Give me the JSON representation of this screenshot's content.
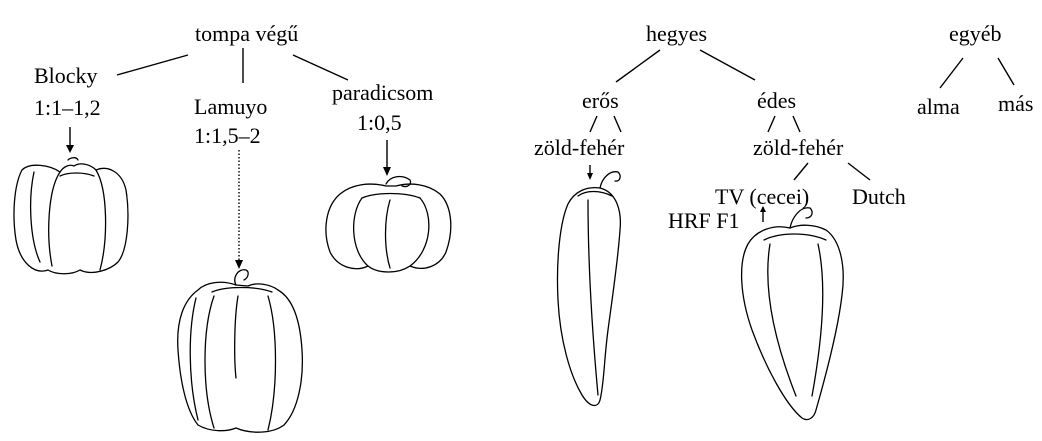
{
  "blunt": {
    "title": "tompa végű",
    "blocky": {
      "name": "Blocky",
      "ratio": "1:1–1,2"
    },
    "lamuyo": {
      "name": "Lamuyo",
      "ratio": "1:1,5–2"
    },
    "tomato": {
      "name": "paradicsom",
      "ratio": "1:0,5"
    }
  },
  "pointed": {
    "title": "hegyes",
    "hot": {
      "name": "erős",
      "color": "zöld-fehér"
    },
    "sweet": {
      "name": "édes",
      "color": "zöld-fehér",
      "tv": "TV (cecei)",
      "hrf": "HRF F1",
      "dutch": "Dutch"
    }
  },
  "other": {
    "title": "egyéb",
    "apple": "alma",
    "misc": "más"
  }
}
